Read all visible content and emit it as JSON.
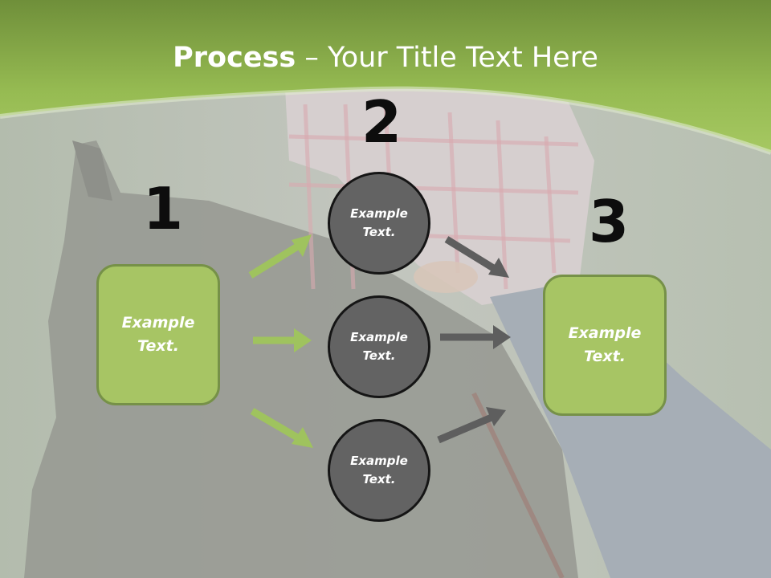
{
  "title": {
    "bold": "Process",
    "rest": " – Your Title Text Here"
  },
  "steps": [
    {
      "number": "1",
      "label_line1": "Example",
      "label_line2": "Text."
    },
    {
      "number": "2"
    },
    {
      "number": "3",
      "label_line1": "Example",
      "label_line2": "Text."
    }
  ],
  "circles": [
    {
      "line1": "Example",
      "line2": "Text."
    },
    {
      "line1": "Example",
      "line2": "Text."
    },
    {
      "line1": "Example",
      "line2": "Text."
    }
  ],
  "colors": {
    "green_header": "#8fb34a",
    "green_box": "#a7c564",
    "circle_fill": "#636363",
    "arrow_green": "#9fc35e",
    "arrow_gray": "#5e5e5e"
  }
}
